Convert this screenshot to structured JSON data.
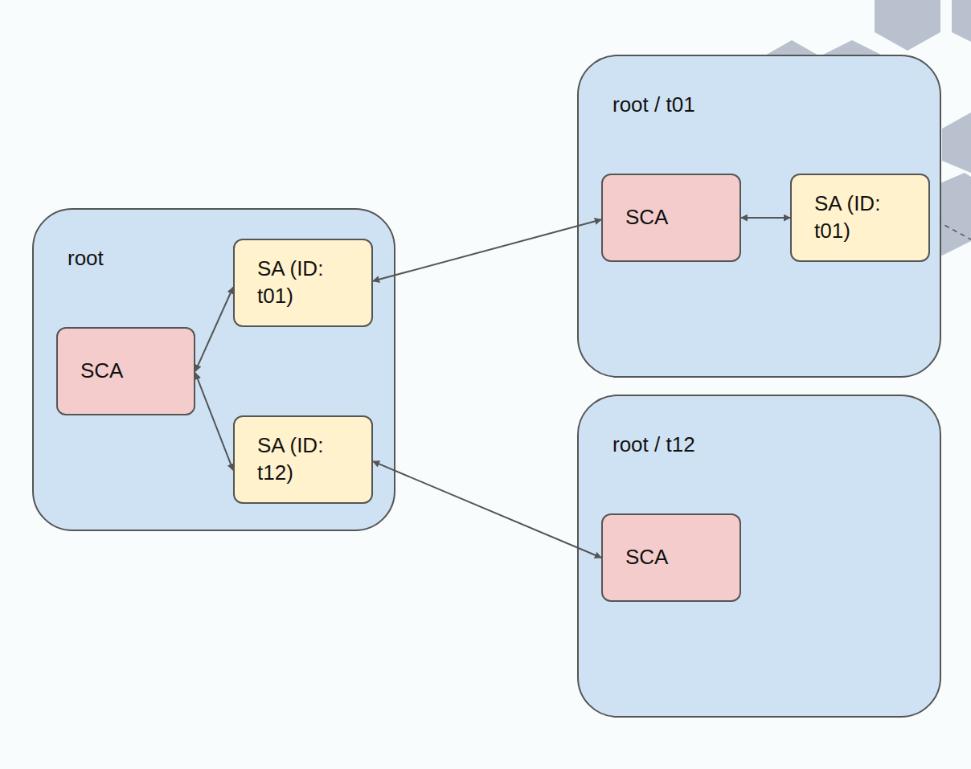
{
  "diagram": {
    "nodes": [
      {
        "text": [
          "root"
        ]
      },
      {
        "text": [
          "SCA"
        ],
        "in": 0
      },
      {
        "text": [
          "SA (ID: t01)"
        ],
        "in": 0
      },
      {
        "text": [
          "SA (ID: t12)"
        ],
        "in": 0
      },
      {
        "text": [
          "root / t01"
        ]
      },
      {
        "text": [
          "SCA"
        ],
        "in": 4
      },
      {
        "text": [
          "SA (ID: t01)"
        ],
        "in": 4
      },
      {
        "text": [
          "root / t12"
        ]
      },
      {
        "text": [
          "SCA"
        ],
        "in": 7
      }
    ],
    "edges": [
      {
        "from": 1,
        "to": 2,
        "arrow": "both"
      },
      {
        "from": 1,
        "to": 3,
        "arrow": "both"
      },
      {
        "from": 2,
        "to": 5,
        "arrow": "both"
      },
      {
        "from": 3,
        "to": 8,
        "arrow": "both"
      },
      {
        "from": 5,
        "to": 6,
        "arrow": "both"
      }
    ]
  }
}
